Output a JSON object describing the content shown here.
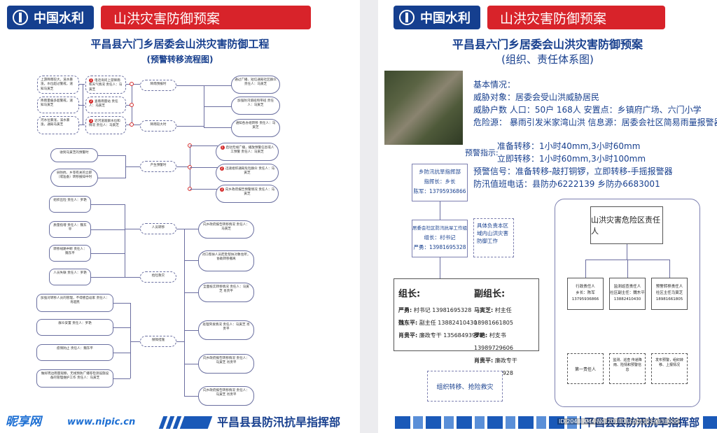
{
  "header": {
    "logo_text": "中国水利",
    "banner": "山洪灾害防御预案"
  },
  "left": {
    "title": "平昌县六门乡居委会山洪灾害防御工程",
    "subtitle": "(预警转移流程图)",
    "col1": [
      "上游降雨较大，溪水暴涨，水位超过警戒，速知马寅芝",
      "降雨量偏多超警戒，速知马寅芝",
      "河水位暴涨，溪水暴涨，通知马寅芝"
    ],
    "col2": [
      "电话询问上游降雨和天气情况\n责任人：马寅芝",
      "查看雨量站\n责任人：马寅芝",
      "近河道观察水位和情况\n责任人：马寅芝"
    ],
    "rain1": "降雨预报时",
    "rain2": "降雨较大时",
    "rcol": [
      "通过广播、短信通知社区群众\n责任人：马寅芝",
      "加强防汛值班和带班\n责任人：马寅芝",
      "通知各办组转移\n责任人：马寅芝"
    ],
    "mid_left": [
      "收到马寅芝的预警时",
      "县防抗、乡等有关的立即（或准备）转移报知中时"
    ],
    "mid_center": "产生预警时",
    "mid_right": [
      "启动无线广播，播放预警信息或人工预警\n责任人：马寅芝",
      "迅速组织通知危险群众\n责任人：马寅芝",
      "向乡政府报告预警情况\n责任人：马寅芝"
    ],
    "lower_left": [
      "组织出险\n责任人：罗艳",
      "质量指增\n责任人：魏东平",
      "转移线路中断\n责任人：魏东平",
      "人员失联\n责任人：罗艳"
    ],
    "transfer": "人员转移",
    "rescue": "抢险救灾",
    "bottom_left": [
      "加强对转移人员的管理，不得擅自返家\n责任人：肖超民",
      "群众安置\n责任人：罗艳",
      "疫情防止\n责任人：魏东平",
      "做好周边雨量观察，无线预防广播等检测设施设备的管理维护工作\n责任人：马寅芝"
    ],
    "guarantee": "保障措施",
    "right_chain": [
      "向乡政府报告转移情况\n责任人：马寅芝",
      "对口帮扶人员赶赴帮扶对象住所，协助转移撤离",
      "全面核实转移情况\n责任人：马寅芝 肖贵平",
      "处理突发情况\n责任人：马寅芝 肖贵平",
      "向乡政府报告转移情况\n责任人：马寅芝 肖贵平",
      "向乡政府报告转移情况\n责任人：马寅芝 肖贵平"
    ],
    "footer_wm1": "昵享网",
    "footer_wm2": "www.nipic.cn",
    "footer": "平昌县县防汛抗旱指挥部"
  },
  "right": {
    "title": "平昌县六门乡居委会山洪灾害防御预案",
    "subtitle": "(组织、责任体系图)",
    "info": [
      "基本情况：",
      "威胁对象：居委会受山洪威胁居民",
      "威胁户数  人口：50户 168人  安置点：乡镇府广场、六门小学",
      "危险源：  暴雨引发米家湾山洪 信息源：居委会社区简易雨量报警器",
      "准备转移：1小时40mm,3小时60mm",
      "立即转移：1小时60mm,3小时100mm",
      "预警信号：准备转移-敲打铜锣，立即转移-手摇报警器",
      "防汛值班电话：县防办6222139  乡防办6683001"
    ],
    "warn_label": "预警指示:",
    "hq1": [
      "乡防汛抗旱指挥部",
      "指挥长：乡长",
      "陈军：13795936866"
    ],
    "hq2": [
      "居委会社区防汛抗旱工作组",
      "组长：村书记",
      "严勇：13981695328"
    ],
    "note": "具体负责本区域内山洪灾害防御工作",
    "leader_title": "组长:",
    "leaders": [
      [
        "严勇:",
        "村书记",
        "13981695328"
      ],
      [
        "魏东平:",
        "副主任",
        "13882410430"
      ],
      [
        "肖贵平:",
        "廉政专干",
        "13568493928"
      ]
    ],
    "vice_title": "副组长:",
    "vices": [
      [
        "马寅芝:",
        "村主任",
        "18981661805"
      ],
      [
        "罗艳:",
        "村支书",
        "13989729606"
      ],
      [
        "肖贵平:",
        "廉政专干",
        "13568493928"
      ]
    ],
    "group": "组织转移、抢险救灾",
    "danger": "山洪灾害危险区责任人",
    "resp": [
      [
        "行政责任人",
        "乡长：陈军",
        "13795936866"
      ],
      [
        "监测巡查责任人",
        "社区副主任：魏东平",
        "13882410430"
      ],
      [
        "预警转移责任人",
        "社区主任马寅芝",
        "18981661805"
      ]
    ],
    "bottom": [
      "第一责任人",
      "监测、巡查 传递降雨、险情和预警信息",
      "发布预警，组织转移、上报情况"
    ],
    "watermark": "ID:20488044 NO:20180826111219338000",
    "footer": "平昌县县防汛抗旱指挥部"
  }
}
